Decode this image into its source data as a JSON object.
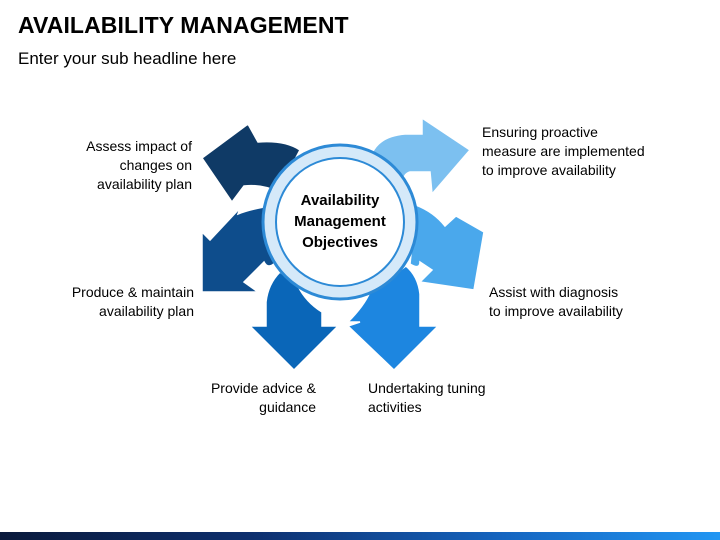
{
  "title": "AVAILABILITY MANAGEMENT",
  "subtitle": "Enter your sub headline here",
  "center": {
    "line1": "Availability",
    "line2": "Management",
    "line3": "Objectives"
  },
  "items": [
    {
      "id": "assess",
      "lines": [
        "Assess impact of",
        "changes on",
        "availability plan"
      ],
      "color": "#0f3a66"
    },
    {
      "id": "ensure",
      "lines": [
        "Ensuring proactive",
        "measure are implemented",
        "to improve availability"
      ],
      "color": "#7cc0f0"
    },
    {
      "id": "produce",
      "lines": [
        "Produce & maintain",
        "availability plan"
      ],
      "color": "#0e4d8c"
    },
    {
      "id": "assist",
      "lines": [
        "Assist with diagnosis",
        "to improve availability"
      ],
      "color": "#4aa8ec"
    },
    {
      "id": "provide",
      "lines": [
        "Provide advice &",
        "guidance"
      ],
      "color": "#0a66b8"
    },
    {
      "id": "tuning",
      "lines": [
        "Undertaking tuning",
        "activities"
      ],
      "color": "#1d86e0"
    }
  ],
  "ring": {
    "outer": "#cfe6f8",
    "stroke": "#2d8ad6",
    "inner": "#ffffff"
  }
}
